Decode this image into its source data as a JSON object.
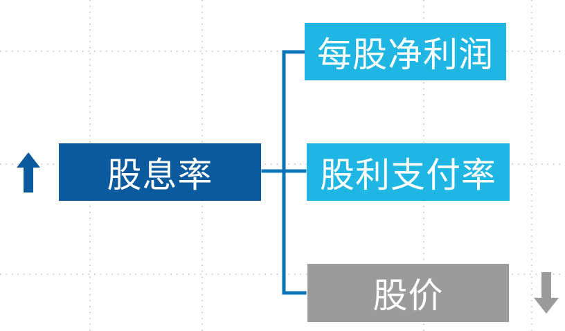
{
  "root": {
    "label": "股息率",
    "color": "#0b5a9e"
  },
  "factors": [
    {
      "label": "每股净利润",
      "color": "#20b6e3"
    },
    {
      "label": "股利支付率",
      "color": "#20b6e3"
    },
    {
      "label": "股价",
      "color": "#9b9b9b"
    }
  ],
  "indicators": {
    "root_direction": "up-arrow-icon",
    "price_direction": "down-arrow-icon"
  },
  "connector_color": "#0b74b4"
}
